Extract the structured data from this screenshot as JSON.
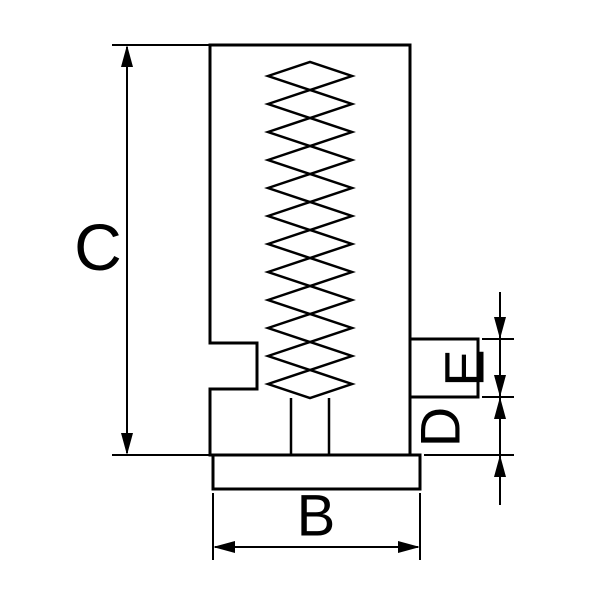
{
  "diagram": {
    "type": "technical-dimension-drawing",
    "subject": "threaded-jaw-side-view",
    "labels": {
      "c": "C",
      "b": "B",
      "d": "D",
      "e": "E"
    },
    "colors": {
      "line": "#000000",
      "background": "#ffffff"
    }
  }
}
